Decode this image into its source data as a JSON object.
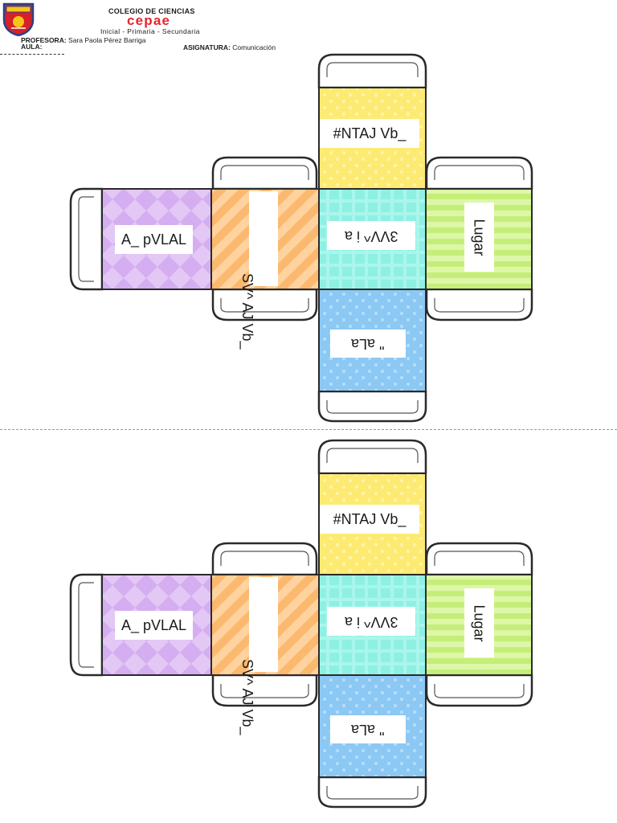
{
  "header": {
    "school_name": "COLEGIO DE CIENCIAS",
    "brand": "cepae",
    "levels": "Inicial - Primaria - Secundaria",
    "teacher_label": "PROFESORA:",
    "teacher_name": "Sara Paola Pérez Barriga",
    "room_label": "AULA:",
    "subject_label": "ASIGNATURA:",
    "subject_name": "Comunicación"
  },
  "cubes": [
    {
      "top_face": "#NTAJ Vb_",
      "left_face": "A_ pVLAL",
      "middle_face": "3VV^ i a",
      "bottom_face": "\" aLa",
      "right_face": "Lugar",
      "strip_face": "SV^ AJ Vb_"
    },
    {
      "top_face": "#NTAJ Vb_",
      "left_face": "A_ pVLAL",
      "middle_face": "3VV^ i a",
      "bottom_face": "\" aLa",
      "right_face": "Lugar",
      "strip_face": "SV^ AJ Vb_"
    }
  ],
  "colors": {
    "purple": "#e3c7f5",
    "orange": "#fbb96f",
    "yellow": "#fdea72",
    "cyan": "#8ef0e3",
    "green": "#c5ee78",
    "blue": "#8cc8f4",
    "brand_red": "#e3262f",
    "outline": "#2a2a2a"
  },
  "icons": [
    "school-crest-icon"
  ]
}
